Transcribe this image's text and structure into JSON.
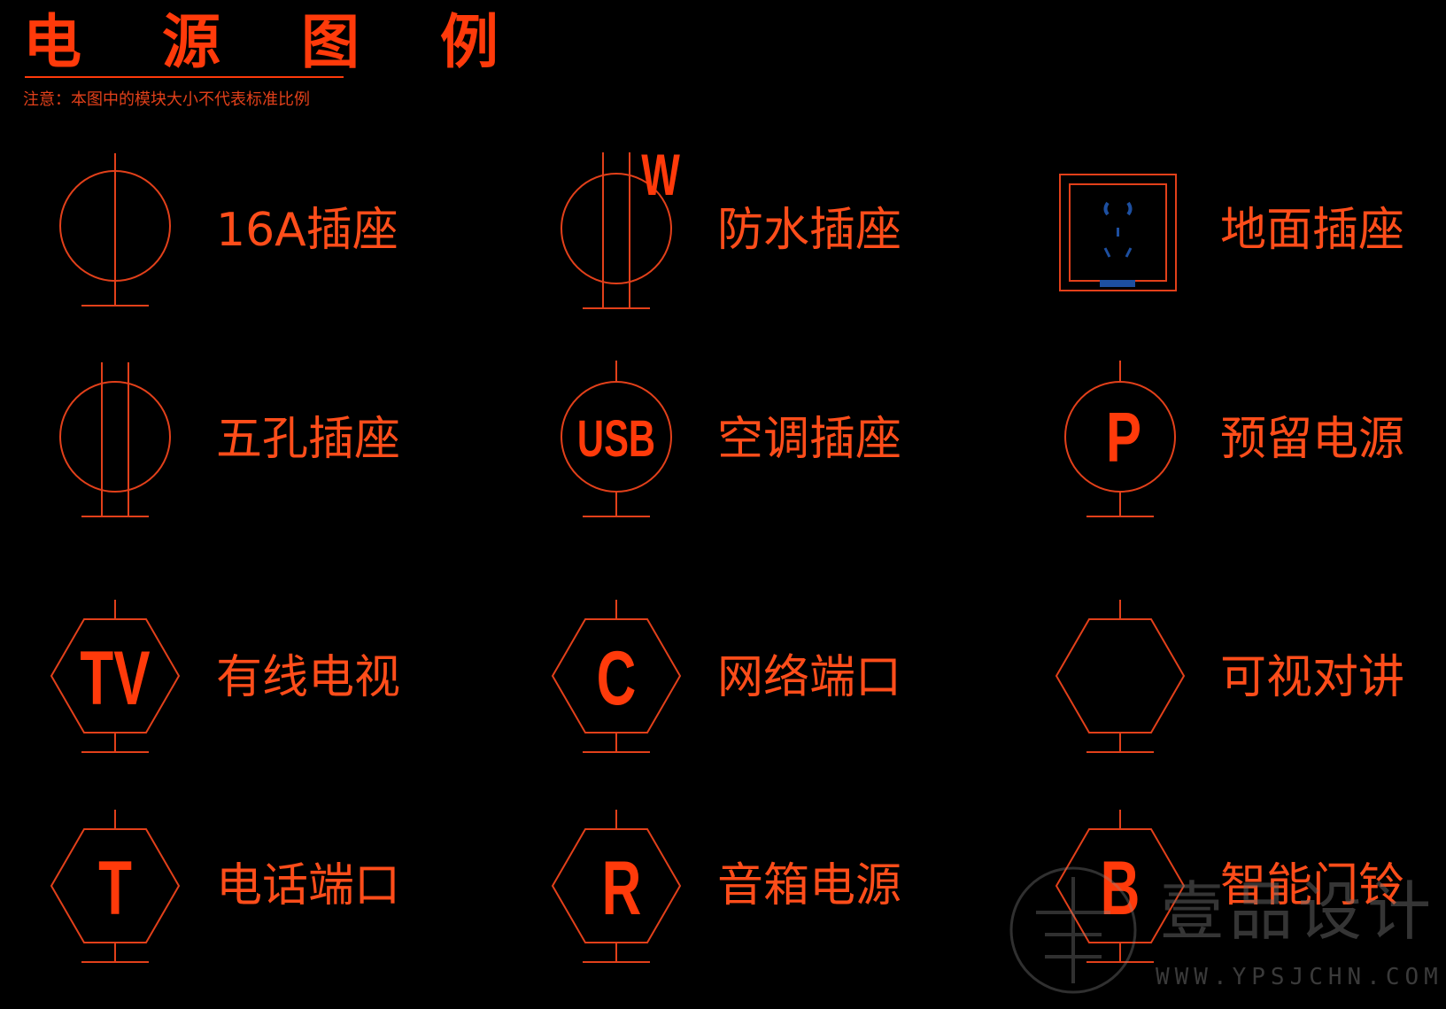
{
  "header": {
    "title": "电 源 图 例",
    "note": "注意：本图中的模块大小不代表标准比例"
  },
  "colors": {
    "accent": "#ff4d1a",
    "title": "#ff3a0a",
    "stroke": "#e2401a",
    "floor_socket_blue": "#1d4fa0",
    "background": "#000000"
  },
  "legend": {
    "row1": {
      "socket_16a": {
        "label": "16A插座"
      },
      "waterproof": {
        "label": "防水插座",
        "mark": "W"
      },
      "floor": {
        "label": "地面插座"
      }
    },
    "row2": {
      "five_hole": {
        "label": "五孔插座"
      },
      "ac": {
        "label": "空调插座",
        "mark": "USB"
      },
      "reserved": {
        "label": "预留电源",
        "mark": "P"
      }
    },
    "row3": {
      "tv": {
        "label": "有线电视",
        "mark": "TV"
      },
      "network": {
        "label": "网络端口",
        "mark": "C"
      },
      "intercom": {
        "label": "可视对讲"
      }
    },
    "row4": {
      "phone": {
        "label": "电话端口",
        "mark": "T"
      },
      "speaker": {
        "label": "音箱电源",
        "mark": "R"
      },
      "doorbell": {
        "label": "智能门铃",
        "mark": "B"
      }
    }
  },
  "watermark": {
    "brand": "壹品设计",
    "url": "WWW.YPSJCHN.COM"
  }
}
